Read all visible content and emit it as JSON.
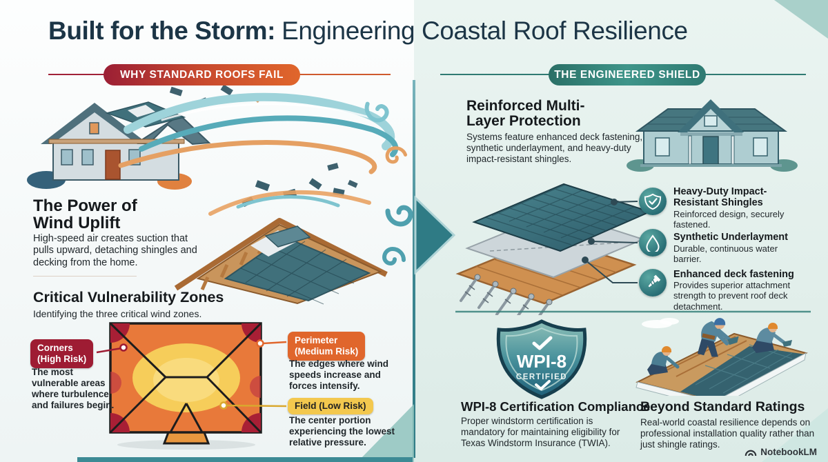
{
  "title": {
    "emphasis": "Built for the Storm:",
    "rest": "Engineering Coastal Roof Resilience"
  },
  "left": {
    "badge": "WHY STANDARD ROOFS FAIL",
    "uplift": {
      "heading": "The Power of Wind Uplift",
      "body": "High-speed air creates suction that pulls upward, detaching shingles and decking from the home."
    },
    "vulnerability": {
      "heading": "Critical Vulnerability Zones",
      "subheading": "Identifying the three critical wind zones."
    },
    "zones": [
      {
        "name": "Corners",
        "risk": "(High Risk)",
        "color": "#9e1c33",
        "description": "The most vulnerable areas where turbulence and failures begin."
      },
      {
        "name": "Perimeter",
        "risk": "(Medium Risk)",
        "color": "#e0662c",
        "description": "The edges where wind speeds increase and forces intensify."
      },
      {
        "name": "Field",
        "risk": "(Low Risk)",
        "color": "#f3c84e",
        "description": "The center portion experiencing the lowest relative pressure."
      }
    ]
  },
  "right": {
    "badge": "THE ENGINEERED SHIELD",
    "protection": {
      "heading": "Reinforced Multi-Layer Protection",
      "body": "Systems feature enhanced deck fastening, synthetic underlayment, and heavy-duty impact-resistant shingles."
    },
    "layers": [
      {
        "icon": "shield-check-icon",
        "heading": "Heavy-Duty Impact-Resistant Shingles",
        "body": "Reinforced design, securely fastened."
      },
      {
        "icon": "water-drop-icon",
        "heading": "Synthetic Underlayment",
        "body": "Durable, continuous water barrier."
      },
      {
        "icon": "screw-icon",
        "heading": "Enhanced deck fastening",
        "body": "Provides superior attachment strength to prevent roof deck detachment."
      }
    ],
    "wpi_badge": {
      "line1": "WPI-8",
      "line2": "CERTIFIED"
    },
    "compliance": {
      "heading": "WPI-8 Certification Compliance",
      "body": "Proper windstorm certification is mandatory for maintaining eligibility for Texas Windstorm Insurance (TWIA)."
    },
    "beyond": {
      "heading": "Beyond Standard Ratings",
      "body": "Real-world coastal resilience depends on professional installation quality rather than just shingle ratings."
    }
  },
  "watermark": {
    "label": "NotebookLM"
  },
  "colors": {
    "fail_badge_start": "#9b1f35",
    "fail_badge_end": "#e0662c",
    "shield_badge_start": "#2a6f66",
    "shield_badge_end": "#3f958a",
    "zone_corners": "#9e1c33",
    "zone_perimeter": "#e0662c",
    "zone_field": "#f3c84e",
    "accent_teal": "#2f7b85",
    "title_navy": "#1c3546"
  }
}
